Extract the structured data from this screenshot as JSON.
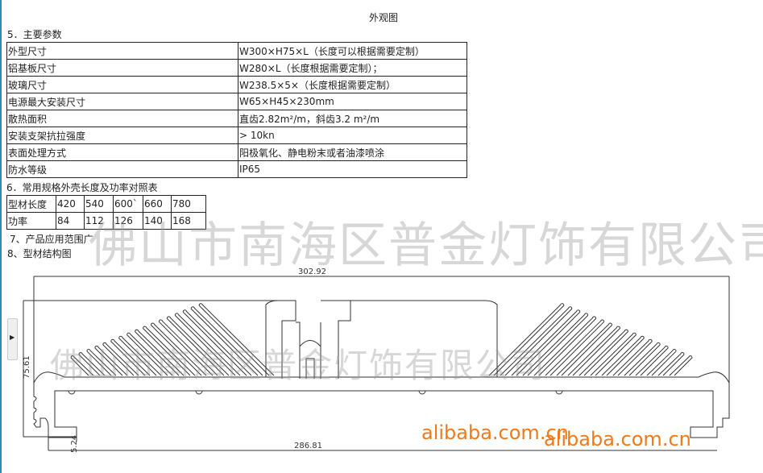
{
  "caption": "外观图",
  "section5": {
    "title": "5．主要参数",
    "rows": [
      {
        "label": "外型尺寸",
        "value": "W300×H75×L（长度可以根据需要定制）"
      },
      {
        "label": "铝基板尺寸",
        "value": "W280×L（长度根据需要定制）；"
      },
      {
        "label": "玻璃尺寸",
        "value": "W238.5×5×（长度根据需要定制）"
      },
      {
        "label": "电源最大安装尺寸",
        "value": "W65×H45×230mm"
      },
      {
        "label": "散热面积",
        "value": "直齿2.82m²/m，斜齿3.2 m²/m"
      },
      {
        "label": "安装支架抗拉强度",
        "value": "> 10kn"
      },
      {
        "label": "表面处理方式",
        "value": "阳极氧化、静电粉末或者油漆喷涂"
      },
      {
        "label": "防水等级",
        "value": "IP65"
      }
    ]
  },
  "section6": {
    "title": "6．常用规格外壳长度及功率对照表",
    "length_label": "型材长度",
    "power_label": "功率",
    "lengths": [
      "420",
      "540",
      "600`",
      "660",
      "780"
    ],
    "powers": [
      "84",
      "112",
      "126",
      "140",
      "168"
    ]
  },
  "section7": {
    "title": "7、产品应用范围广"
  },
  "section8": {
    "title": "8、型材结构图"
  },
  "drawing": {
    "dim_top": "302.92",
    "dim_bottom": "286.81",
    "dim_height": "75.61",
    "dim_small": "5.24"
  },
  "watermark": {
    "company": "佛山市南海区普金灯饰有限公司",
    "alibaba1": "alibaba.com.cn",
    "alibaba2": "alibaba.com.cn"
  }
}
